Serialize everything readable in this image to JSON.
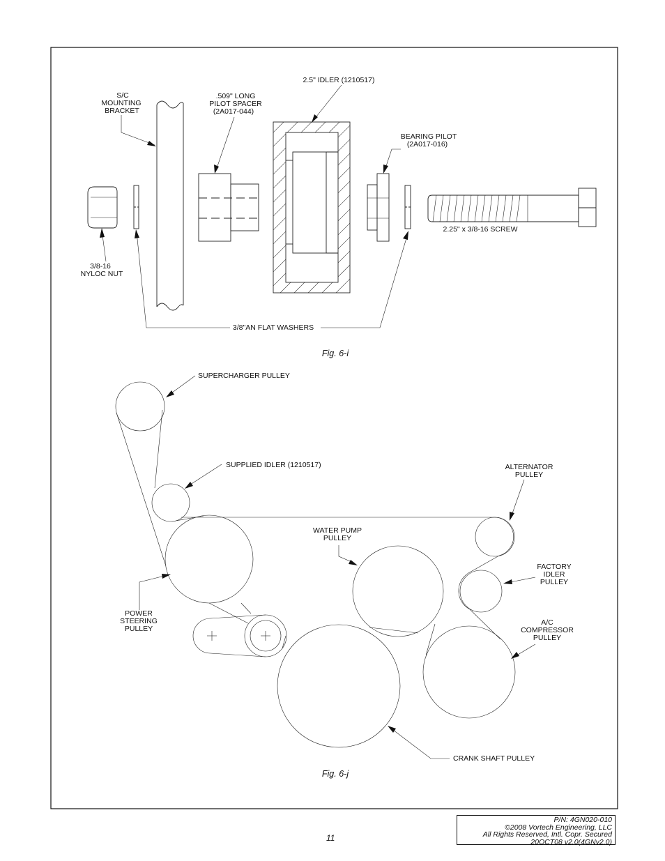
{
  "fig_i": {
    "caption": "Fig. 6-i",
    "labels": {
      "bracket": [
        "S/C",
        "MOUNTING",
        "BRACKET"
      ],
      "spacer": [
        ".509\" LONG",
        "PILOT SPACER",
        "(2A017-044)"
      ],
      "idler": "2.5\" IDLER (1210517)",
      "bearing_pilot": [
        "BEARING PILOT",
        "(2A017-016)"
      ],
      "screw": "2.25\" x 3/8-16 SCREW",
      "nut": [
        "3/8-16",
        "NYLOC NUT"
      ],
      "washers": "3/8\"AN FLAT WASHERS"
    }
  },
  "fig_j": {
    "caption": "Fig. 6-j",
    "labels": {
      "supercharger": "SUPERCHARGER PULLEY",
      "supplied_idler": "SUPPLIED IDLER (1210517)",
      "alternator": [
        "ALTERNATOR",
        "PULLEY"
      ],
      "water_pump": [
        "WATER PUMP",
        "PULLEY"
      ],
      "factory_idler": [
        "FACTORY",
        "IDLER",
        "PULLEY"
      ],
      "power_steering": [
        "POWER",
        "STEERING",
        "PULLEY"
      ],
      "ac_compressor": [
        "A/C",
        "COMPRESSOR",
        "PULLEY"
      ],
      "crank": "CRANK SHAFT PULLEY"
    }
  },
  "footer": {
    "page_number": "11",
    "pn": "P/N: 4GN020-010",
    "copyright": "©2008 Vortech Engineering, LLC",
    "rights": "All Rights Reserved, Intl. Copr. Secured",
    "version": "20OCT08 v2.0(4GNv2.0)"
  }
}
